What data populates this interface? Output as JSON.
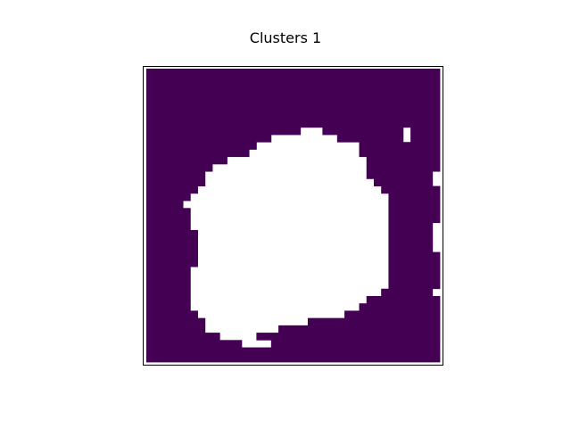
{
  "chart_data": {
    "type": "heatmap",
    "title": "Clusters 1",
    "xlabel": "",
    "ylabel": "",
    "grid": false,
    "axes_ticks": false,
    "rows": 40,
    "cols": 40,
    "colors": {
      "cluster": "#440154",
      "masked": "#ffffff",
      "frame": "#000000"
    },
    "cluster_mask_run_length_per_row": [
      [
        [
          0,
          40
        ]
      ],
      [
        [
          0,
          40
        ]
      ],
      [
        [
          0,
          40
        ]
      ],
      [
        [
          0,
          40
        ]
      ],
      [
        [
          0,
          40
        ]
      ],
      [
        [
          0,
          40
        ]
      ],
      [
        [
          0,
          40
        ]
      ],
      [
        [
          0,
          40
        ]
      ],
      [
        [
          0,
          21
        ],
        [
          24,
          35
        ],
        [
          36,
          40
        ]
      ],
      [
        [
          0,
          17
        ],
        [
          26,
          35
        ],
        [
          36,
          40
        ]
      ],
      [
        [
          0,
          15
        ],
        [
          29,
          40
        ]
      ],
      [
        [
          0,
          14
        ],
        [
          29,
          40
        ]
      ],
      [
        [
          0,
          11
        ],
        [
          30,
          40
        ]
      ],
      [
        [
          0,
          9
        ],
        [
          30,
          40
        ]
      ],
      [
        [
          0,
          8
        ],
        [
          30,
          39
        ]
      ],
      [
        [
          0,
          8
        ],
        [
          31,
          39
        ]
      ],
      [
        [
          0,
          7
        ],
        [
          32,
          40
        ]
      ],
      [
        [
          0,
          6
        ],
        [
          33,
          40
        ]
      ],
      [
        [
          0,
          5
        ],
        [
          33,
          40
        ]
      ],
      [
        [
          0,
          6
        ],
        [
          33,
          40
        ]
      ],
      [
        [
          0,
          6
        ],
        [
          33,
          40
        ]
      ],
      [
        [
          0,
          6
        ],
        [
          33,
          39
        ]
      ],
      [
        [
          0,
          7
        ],
        [
          33,
          39
        ]
      ],
      [
        [
          0,
          7
        ],
        [
          33,
          39
        ]
      ],
      [
        [
          0,
          7
        ],
        [
          33,
          39
        ]
      ],
      [
        [
          0,
          7
        ],
        [
          33,
          40
        ]
      ],
      [
        [
          0,
          7
        ],
        [
          33,
          40
        ]
      ],
      [
        [
          0,
          6
        ],
        [
          33,
          40
        ]
      ],
      [
        [
          0,
          6
        ],
        [
          33,
          40
        ]
      ],
      [
        [
          0,
          6
        ],
        [
          33,
          40
        ]
      ],
      [
        [
          0,
          6
        ],
        [
          32,
          39
        ]
      ],
      [
        [
          0,
          6
        ],
        [
          30,
          40
        ]
      ],
      [
        [
          0,
          6
        ],
        [
          29,
          40
        ]
      ],
      [
        [
          0,
          7
        ],
        [
          27,
          40
        ]
      ],
      [
        [
          0,
          8
        ],
        [
          22,
          40
        ]
      ],
      [
        [
          0,
          8
        ],
        [
          18,
          40
        ]
      ],
      [
        [
          0,
          10
        ],
        [
          15,
          40
        ]
      ],
      [
        [
          0,
          13
        ],
        [
          17,
          40
        ]
      ],
      [
        [
          0,
          40
        ]
      ],
      [
        [
          0,
          40
        ]
      ]
    ]
  }
}
